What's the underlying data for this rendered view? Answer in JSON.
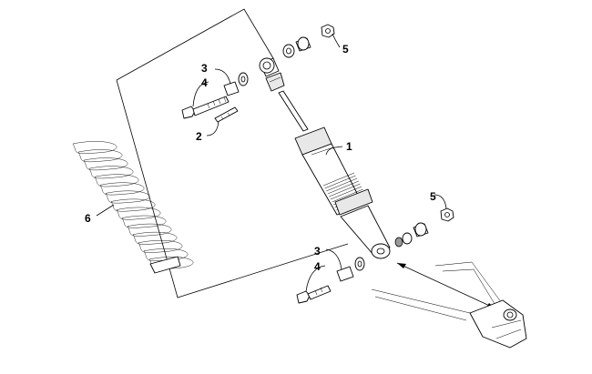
{
  "diagram": {
    "callouts": [
      {
        "id": "1",
        "label": "1"
      },
      {
        "id": "2",
        "label": "2"
      },
      {
        "id": "3a",
        "label": "3"
      },
      {
        "id": "4a",
        "label": "4"
      },
      {
        "id": "5a",
        "label": "5"
      },
      {
        "id": "5b",
        "label": "5"
      },
      {
        "id": "3b",
        "label": "3"
      },
      {
        "id": "4b",
        "label": "4"
      },
      {
        "id": "6",
        "label": "6"
      }
    ]
  }
}
